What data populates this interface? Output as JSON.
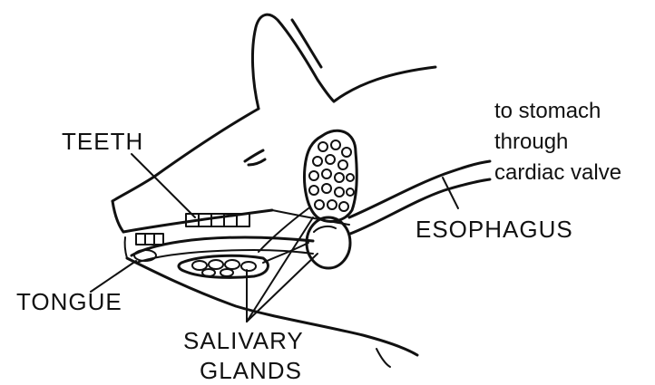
{
  "labels": {
    "teeth": "TEETH",
    "tongue": "TONGUE",
    "salivary_1": "SALIVARY",
    "salivary_2": "GLANDS",
    "esophagus": "ESOPHAGUS",
    "stomach_1": "to stomach",
    "stomach_2": "through",
    "stomach_3": "cardiac valve"
  }
}
